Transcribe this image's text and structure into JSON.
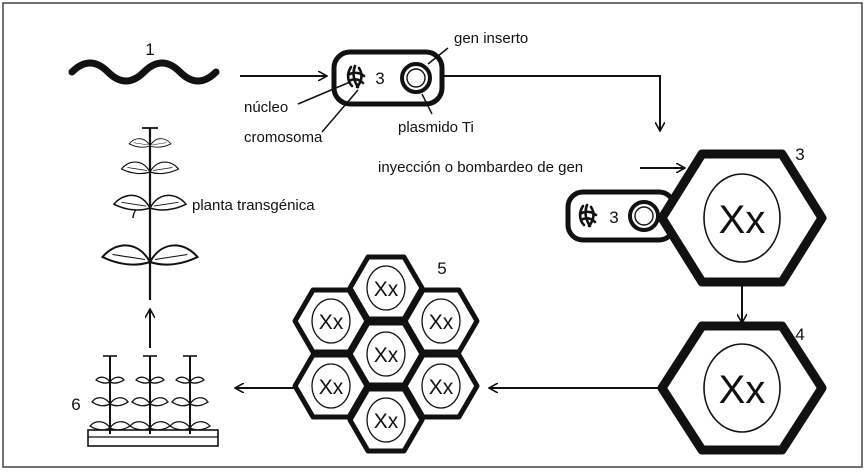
{
  "colors": {
    "ink": "#111111",
    "frame": "#444444",
    "background": "#ffffff"
  },
  "numbers": {
    "n1": "1",
    "n3a": "3",
    "n3b": "3",
    "n3c": "3",
    "n4": "4",
    "n5": "5",
    "n6": "6",
    "n7": "7"
  },
  "labels": {
    "gen_inserto": "gen inserto",
    "nucleo": "núcleo",
    "cromosoma": "cromosoma",
    "plasmido": "plasmido Ti",
    "inyeccion": "inyección o bombardeo de gen",
    "planta": "planta transgénica"
  },
  "cell_symbol": {
    "big": "X",
    "small": "x"
  },
  "icons": [
    "dna-strand-icon",
    "chromosome-icon",
    "plasmid-ring-icon",
    "plant-cell-icon",
    "plant-icon",
    "seedling-tray-icon",
    "arrow-icon"
  ]
}
